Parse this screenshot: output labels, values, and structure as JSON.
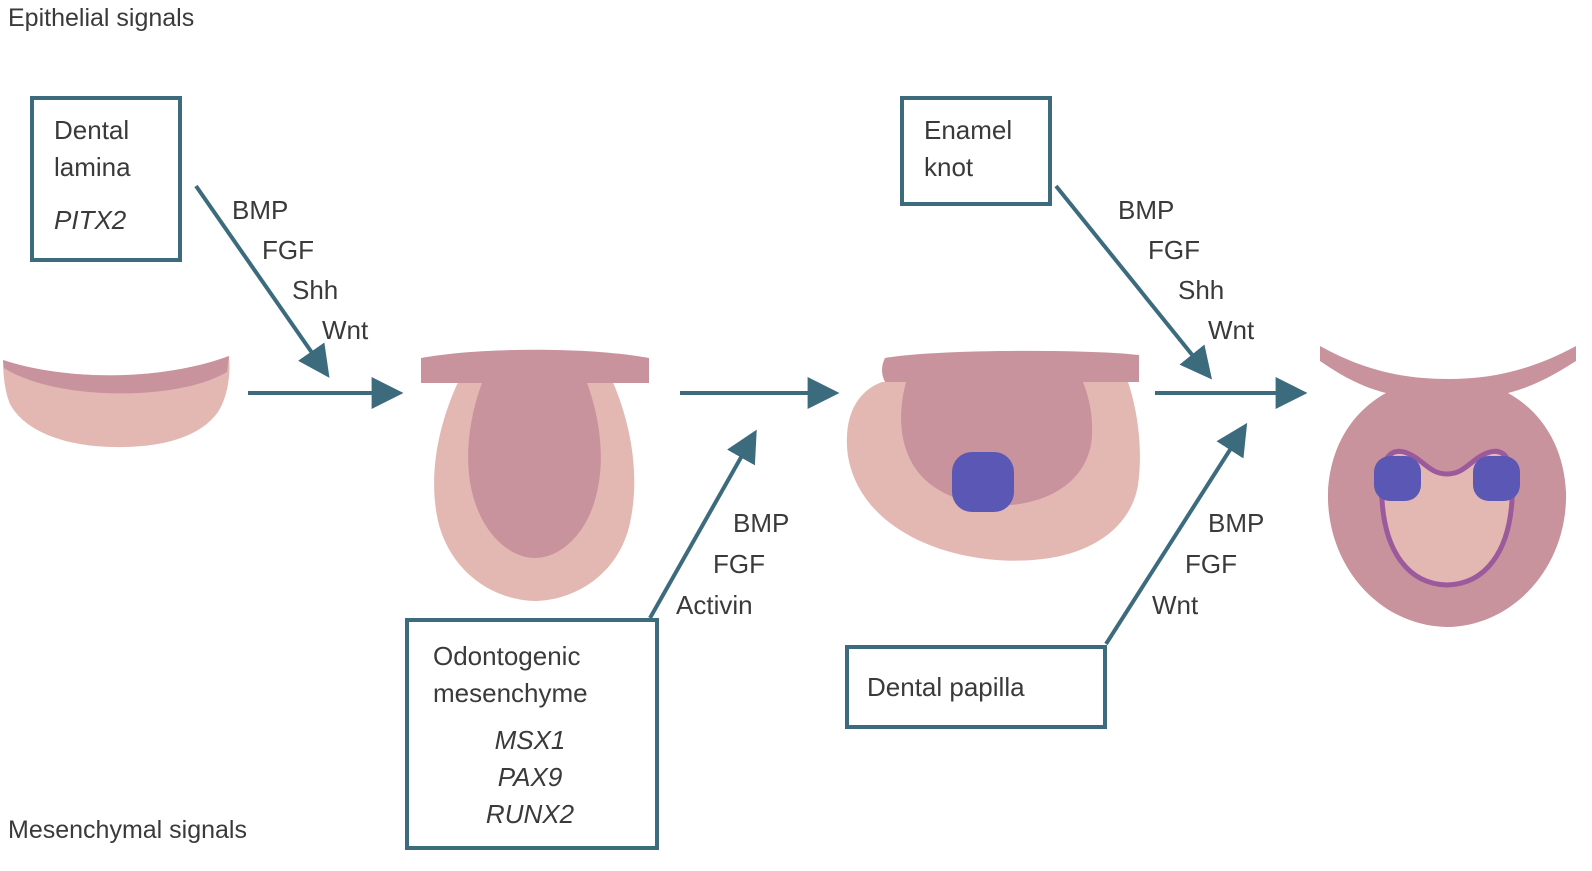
{
  "labels": {
    "epithelial": "Epithelial signals",
    "mesenchymal": "Mesenchymal signals"
  },
  "boxes": {
    "dental_lamina": {
      "title": "Dental lamina",
      "gene": "PITX2"
    },
    "enamel_knot": {
      "title": "Enamel knot"
    },
    "odontogenic_mesenchyme": {
      "title": "Odontogenic mesenchyme",
      "genes": [
        "MSX1",
        "PAX9",
        "RUNX2"
      ]
    },
    "dental_papilla": {
      "title": "Dental papilla"
    }
  },
  "signals": {
    "dental_lamina": [
      "BMP",
      "FGF",
      "Shh",
      "Wnt"
    ],
    "enamel_knot": [
      "BMP",
      "FGF",
      "Shh",
      "Wnt"
    ],
    "odontogenic_mesenchyme": [
      "BMP",
      "FGF",
      "Activin"
    ],
    "dental_papilla": [
      "BMP",
      "FGF",
      "Wnt"
    ]
  },
  "colors": {
    "teal": "#3d6b7e",
    "pink_light": "#e3b8b3",
    "pink_dark": "#c9939e",
    "knot_blue": "#5a57b5",
    "purple": "#9c5a9c",
    "text": "#3a3a3a"
  }
}
